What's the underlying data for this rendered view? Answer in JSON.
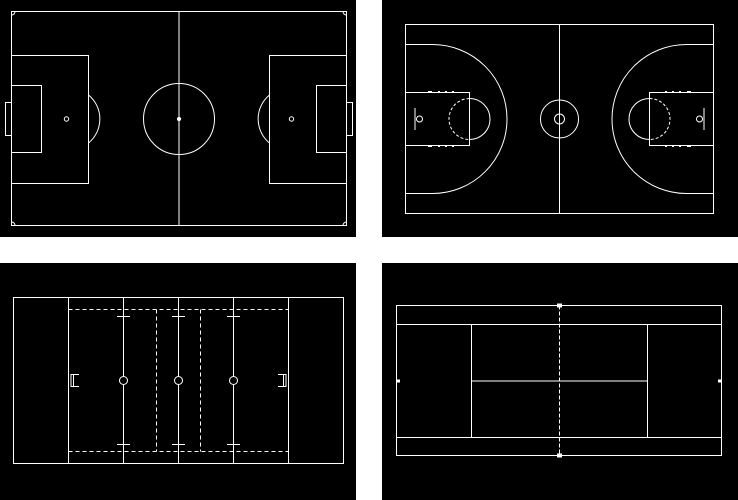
{
  "diagrams": [
    {
      "key": "soccer",
      "icon": "soccer-field-icon"
    },
    {
      "key": "basketball",
      "icon": "basketball-court-icon"
    },
    {
      "key": "rugby",
      "icon": "rugby-field-icon"
    },
    {
      "key": "tennis",
      "icon": "tennis-court-icon"
    }
  ],
  "colors": {
    "background": "#000000",
    "lines": "#ffffff",
    "gutter": "#ffffff"
  }
}
